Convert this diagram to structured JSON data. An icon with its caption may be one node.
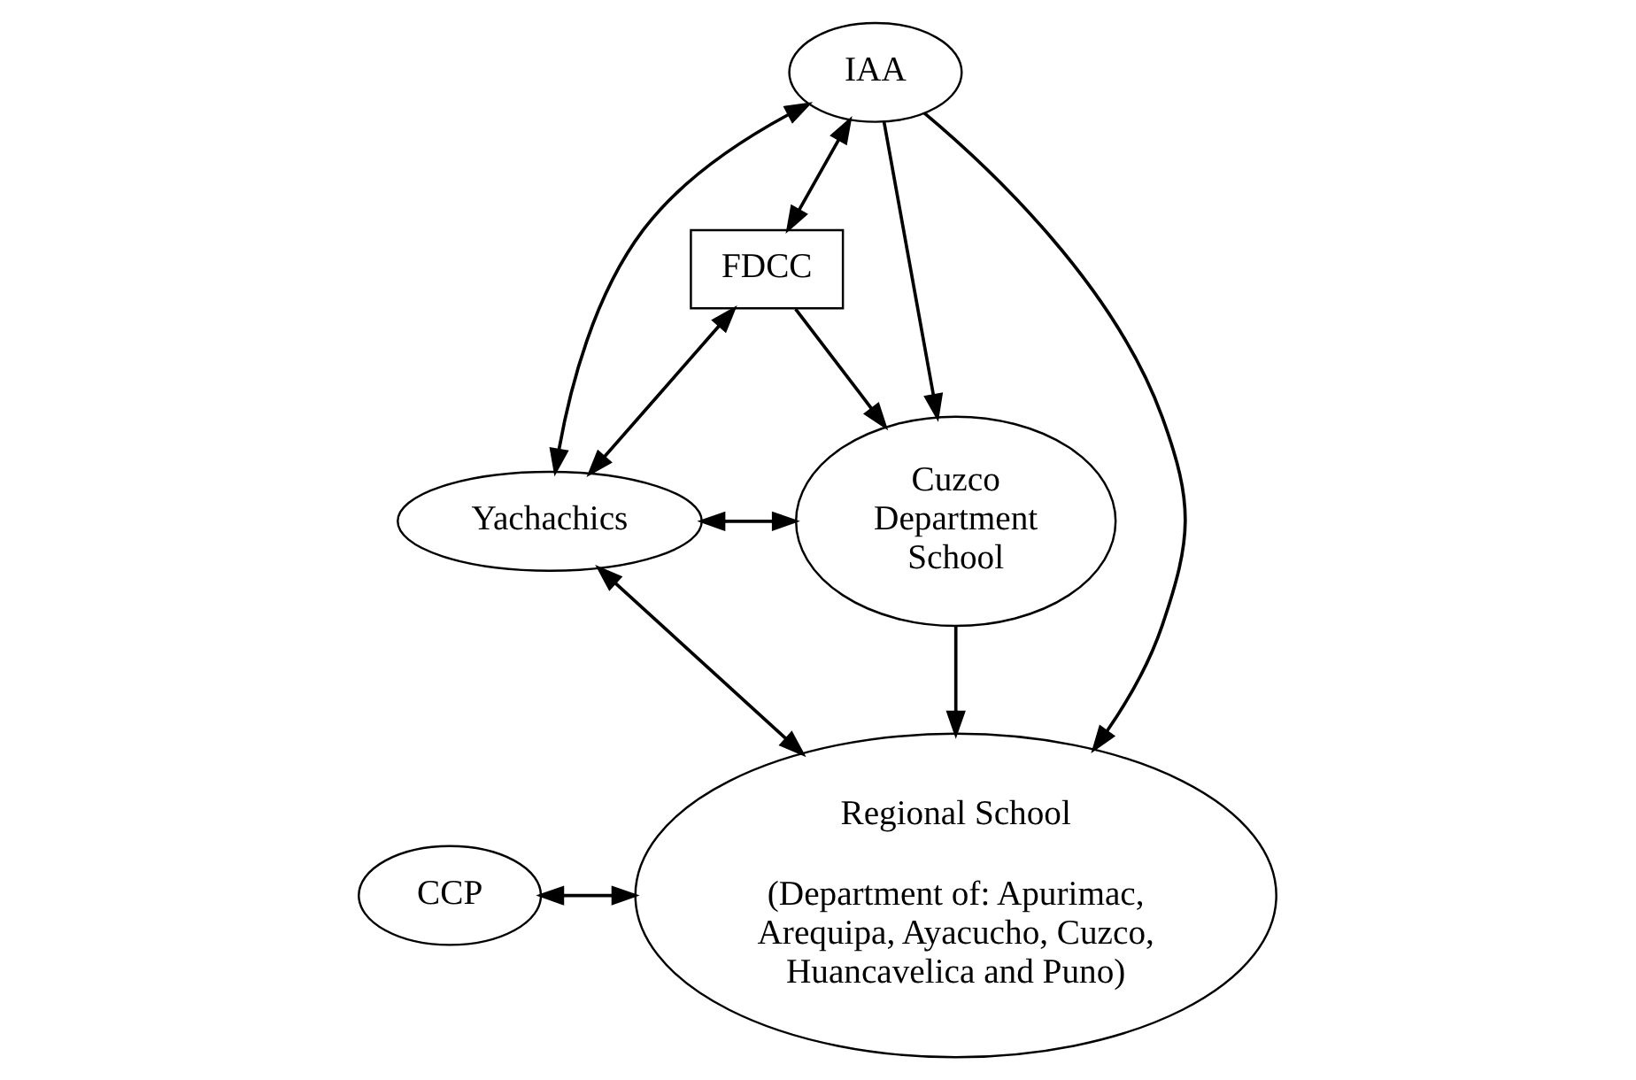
{
  "diagram": {
    "nodes": [
      {
        "text": [
          "IAA"
        ]
      },
      {
        "text": [
          "Cuzco Department School"
        ]
      },
      {
        "text": [
          "Yachachics"
        ]
      },
      {
        "text": [
          "CCP"
        ]
      },
      {
        "text": [
          "FDCC"
        ]
      },
      {
        "text": [
          "Regional School",
          "(Department of: Apurimac, Arequipa, Ayacucho, Cuzco, Huancavelica and Puno)"
        ]
      }
    ],
    "edges": [
      {
        "from": 0,
        "to": 1,
        "arrow": "to"
      },
      {
        "from": 0,
        "to": 5,
        "arrow": "to"
      },
      {
        "from": 0,
        "to": 4,
        "arrow": "both"
      },
      {
        "from": 0,
        "to": 2,
        "arrow": "both"
      },
      {
        "from": 2,
        "to": 1,
        "arrow": "both"
      },
      {
        "from": 4,
        "to": 2,
        "arrow": "both"
      },
      {
        "from": 4,
        "to": 1,
        "arrow": "to"
      },
      {
        "from": 2,
        "to": 5,
        "arrow": "both"
      },
      {
        "from": 1,
        "to": 5,
        "arrow": "to"
      },
      {
        "from": 3,
        "to": 5,
        "arrow": "both"
      }
    ]
  }
}
